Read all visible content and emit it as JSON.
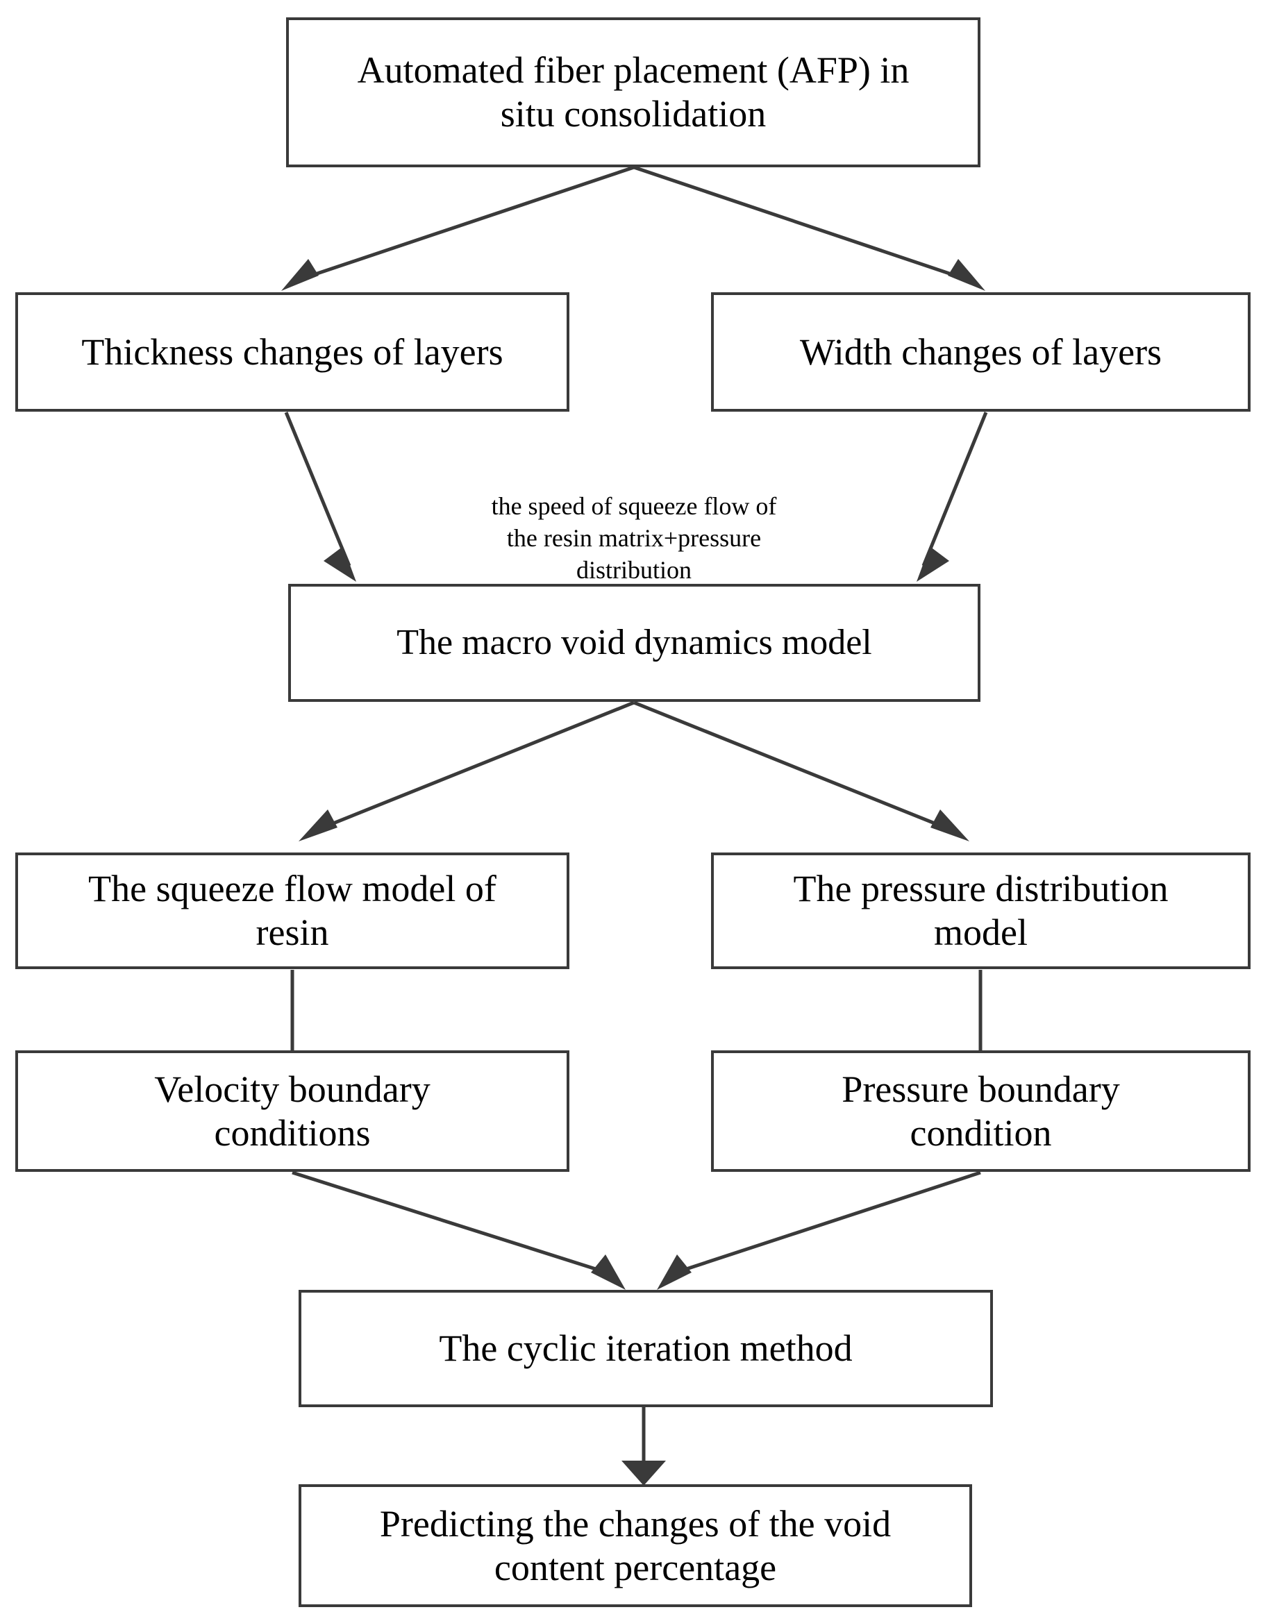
{
  "diagram": {
    "title_node": {
      "id": "afp-in-situ-consolidation",
      "label": "Automated fiber placement (AFP) in\nsitu consolidation"
    },
    "nodes": [
      {
        "id": "thickness-changes-of-layers",
        "label": "Thickness changes of layers"
      },
      {
        "id": "width-changes-of-layers",
        "label": "Width changes of layers"
      },
      {
        "id": "macro-void-dynamics-model",
        "label": "The macro void dynamics model"
      },
      {
        "id": "squeeze-flow-model-of-resin",
        "label": "The squeeze flow model of\nresin"
      },
      {
        "id": "pressure-distribution-model",
        "label": "The pressure distribution\nmodel"
      },
      {
        "id": "velocity-boundary-conditions",
        "label": "Velocity boundary\nconditions"
      },
      {
        "id": "pressure-boundary-condition",
        "label": "Pressure boundary\ncondition"
      },
      {
        "id": "cyclic-iteration-method",
        "label": "The cyclic iteration method"
      },
      {
        "id": "predicting-void-content-percentage",
        "label": "Predicting the changes of the void\ncontent percentage"
      }
    ],
    "annotations": [
      {
        "id": "squeeze-flow-pressure-annotation",
        "text": "the speed of squeeze flow of\nthe resin matrix+pressure\ndistribution"
      }
    ],
    "edges": [
      {
        "from": "afp-in-situ-consolidation",
        "to": "thickness-changes-of-layers",
        "arrow": true
      },
      {
        "from": "afp-in-situ-consolidation",
        "to": "width-changes-of-layers",
        "arrow": true
      },
      {
        "from": "thickness-changes-of-layers",
        "to": "macro-void-dynamics-model",
        "arrow": true
      },
      {
        "from": "width-changes-of-layers",
        "to": "macro-void-dynamics-model",
        "arrow": true
      },
      {
        "from": "macro-void-dynamics-model",
        "to": "squeeze-flow-model-of-resin",
        "arrow": true
      },
      {
        "from": "macro-void-dynamics-model",
        "to": "pressure-distribution-model",
        "arrow": true
      },
      {
        "from": "squeeze-flow-model-of-resin",
        "to": "velocity-boundary-conditions",
        "arrow": false
      },
      {
        "from": "pressure-distribution-model",
        "to": "pressure-boundary-condition",
        "arrow": false
      },
      {
        "from": "velocity-boundary-conditions",
        "to": "cyclic-iteration-method",
        "arrow": true
      },
      {
        "from": "pressure-boundary-condition",
        "to": "cyclic-iteration-method",
        "arrow": true
      },
      {
        "from": "cyclic-iteration-method",
        "to": "predicting-void-content-percentage",
        "arrow": true
      }
    ],
    "colors": {
      "box_border": "#3a3a3a",
      "edge_line": "#3a3a3a",
      "text": "#000000",
      "background": "#ffffff"
    }
  }
}
